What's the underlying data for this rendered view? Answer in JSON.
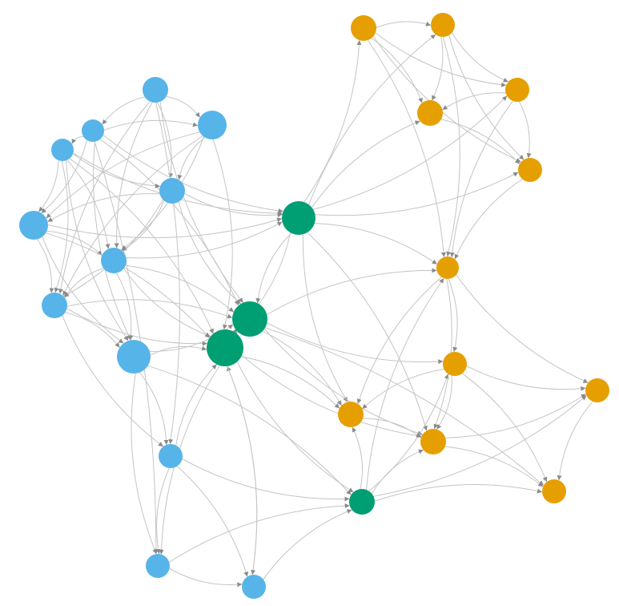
{
  "colors": {
    "blue": "#56b4e9",
    "green": "#009e73",
    "orange": "#e69f00",
    "edge": "#c4c4c4",
    "arrow": "#8a8a8a"
  },
  "nodes": [
    {
      "id": "b1",
      "group": "blue"
    },
    {
      "id": "b2",
      "group": "blue"
    },
    {
      "id": "b3",
      "group": "blue"
    },
    {
      "id": "b4",
      "group": "blue"
    },
    {
      "id": "b5",
      "group": "blue"
    },
    {
      "id": "b6",
      "group": "blue"
    },
    {
      "id": "b7",
      "group": "blue"
    },
    {
      "id": "b8",
      "group": "blue"
    },
    {
      "id": "b9",
      "group": "blue"
    },
    {
      "id": "b10",
      "group": "blue"
    },
    {
      "id": "b11",
      "group": "blue"
    },
    {
      "id": "b12",
      "group": "blue"
    },
    {
      "id": "g1",
      "group": "green"
    },
    {
      "id": "g2",
      "group": "green"
    },
    {
      "id": "g3",
      "group": "green"
    },
    {
      "id": "g4",
      "group": "green"
    },
    {
      "id": "o1",
      "group": "orange"
    },
    {
      "id": "o2",
      "group": "orange"
    },
    {
      "id": "o3",
      "group": "orange"
    },
    {
      "id": "o4",
      "group": "orange"
    },
    {
      "id": "o5",
      "group": "orange"
    },
    {
      "id": "o6",
      "group": "orange"
    },
    {
      "id": "o7",
      "group": "orange"
    },
    {
      "id": "o8",
      "group": "orange"
    },
    {
      "id": "o9",
      "group": "orange"
    },
    {
      "id": "o10",
      "group": "orange"
    },
    {
      "id": "o11",
      "group": "orange"
    }
  ],
  "edges": [
    [
      "b1",
      "b2"
    ],
    [
      "b1",
      "b3"
    ],
    [
      "b1",
      "b7"
    ],
    [
      "b1",
      "b5"
    ],
    [
      "b1",
      "g2"
    ],
    [
      "b1",
      "b10"
    ],
    [
      "b1",
      "b8"
    ],
    [
      "b2",
      "b3"
    ],
    [
      "b2",
      "b4"
    ],
    [
      "b2",
      "b6"
    ],
    [
      "b2",
      "g1"
    ],
    [
      "b2",
      "g2"
    ],
    [
      "b2",
      "b9"
    ],
    [
      "b2",
      "b11"
    ],
    [
      "b3",
      "b5"
    ],
    [
      "b3",
      "b7"
    ],
    [
      "b3",
      "b8"
    ],
    [
      "b3",
      "g3"
    ],
    [
      "b3",
      "b6"
    ],
    [
      "b4",
      "b6"
    ],
    [
      "b4",
      "b5"
    ],
    [
      "b4",
      "b7"
    ],
    [
      "b4",
      "g1"
    ],
    [
      "b4",
      "g3"
    ],
    [
      "b4",
      "b9"
    ],
    [
      "b4",
      "b8"
    ],
    [
      "b5",
      "b6"
    ],
    [
      "b5",
      "b7"
    ],
    [
      "b5",
      "g2"
    ],
    [
      "b5",
      "b8"
    ],
    [
      "b5",
      "g1"
    ],
    [
      "b6",
      "b7"
    ],
    [
      "b6",
      "g1"
    ],
    [
      "b6",
      "b8"
    ],
    [
      "b6",
      "b9"
    ],
    [
      "b6",
      "g3"
    ],
    [
      "b7",
      "b8"
    ],
    [
      "b7",
      "g2"
    ],
    [
      "b7",
      "g3"
    ],
    [
      "b7",
      "b9"
    ],
    [
      "b7",
      "g1"
    ],
    [
      "b8",
      "b9"
    ],
    [
      "b8",
      "g3"
    ],
    [
      "b8",
      "g2"
    ],
    [
      "b8",
      "b10"
    ],
    [
      "b9",
      "b10"
    ],
    [
      "b9",
      "b11"
    ],
    [
      "b9",
      "g3"
    ],
    [
      "b9",
      "g2"
    ],
    [
      "b9",
      "g4"
    ],
    [
      "b10",
      "b11"
    ],
    [
      "b10",
      "b12"
    ],
    [
      "b10",
      "g4"
    ],
    [
      "b10",
      "g3"
    ],
    [
      "b11",
      "b12"
    ],
    [
      "b11",
      "g4"
    ],
    [
      "b12",
      "g3"
    ],
    [
      "b12",
      "g4"
    ],
    [
      "g1",
      "g2"
    ],
    [
      "g1",
      "g3"
    ],
    [
      "g1",
      "o1"
    ],
    [
      "g1",
      "o2"
    ],
    [
      "g1",
      "o3"
    ],
    [
      "g1",
      "o4"
    ],
    [
      "g1",
      "o5"
    ],
    [
      "g1",
      "o6"
    ],
    [
      "g1",
      "o8"
    ],
    [
      "g1",
      "o9"
    ],
    [
      "g2",
      "g3"
    ],
    [
      "g2",
      "o6"
    ],
    [
      "g2",
      "o7"
    ],
    [
      "g2",
      "o8"
    ],
    [
      "g2",
      "o9"
    ],
    [
      "g2",
      "o11"
    ],
    [
      "g3",
      "g4"
    ],
    [
      "g3",
      "o8"
    ],
    [
      "g3",
      "o9"
    ],
    [
      "g3",
      "b12"
    ],
    [
      "g3",
      "b11"
    ],
    [
      "g4",
      "o6"
    ],
    [
      "g4",
      "o7"
    ],
    [
      "g4",
      "o9"
    ],
    [
      "g4",
      "o10"
    ],
    [
      "g4",
      "o11"
    ],
    [
      "g4",
      "o8"
    ],
    [
      "o1",
      "o2"
    ],
    [
      "o1",
      "o3"
    ],
    [
      "o1",
      "o4"
    ],
    [
      "o1",
      "o5"
    ],
    [
      "o1",
      "o6"
    ],
    [
      "o2",
      "o3"
    ],
    [
      "o2",
      "o4"
    ],
    [
      "o2",
      "o5"
    ],
    [
      "o2",
      "o6"
    ],
    [
      "o3",
      "o4"
    ],
    [
      "o3",
      "o5"
    ],
    [
      "o3",
      "o6"
    ],
    [
      "o4",
      "o5"
    ],
    [
      "o5",
      "o6"
    ],
    [
      "o6",
      "o7"
    ],
    [
      "o6",
      "o8"
    ],
    [
      "o6",
      "o9"
    ],
    [
      "o6",
      "o10"
    ],
    [
      "o7",
      "o9"
    ],
    [
      "o7",
      "o10"
    ],
    [
      "o7",
      "o11"
    ],
    [
      "o7",
      "o8"
    ],
    [
      "o8",
      "o9"
    ],
    [
      "o9",
      "o10"
    ],
    [
      "o9",
      "o11"
    ],
    [
      "o10",
      "o11"
    ]
  ]
}
